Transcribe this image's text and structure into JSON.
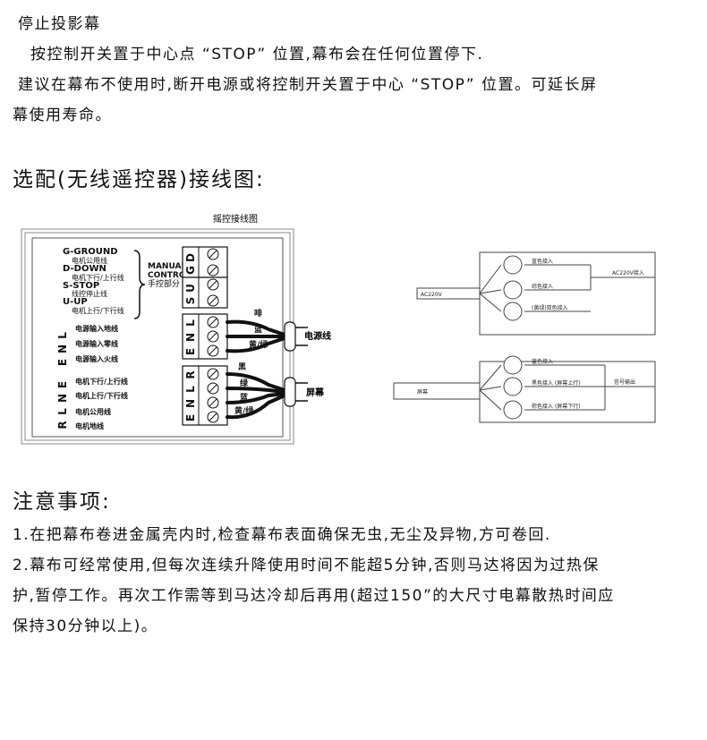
{
  "stop": {
    "title": "停止投影幕",
    "line1": "按控制开关置于中心点 “STOP” 位置,幕布会在任何位置停下.",
    "line2": "建议在幕布不使用时,断开电源或将控制开关置于中心 “STOP” 位置。可延长屏",
    "line3": "幕使用寿命。"
  },
  "wiring": {
    "heading": "选配(无线遥控器)接线图:",
    "diagram_title": "摇控接线图",
    "left_labels": {
      "g_ground": "G-GROUND",
      "g_desc": "电机公用线",
      "d_down": "D-DOWN",
      "d_desc": "电机下行/上行线",
      "s_stop": "S-STOP",
      "s_desc": "线控停止线",
      "u_up": "U-UP",
      "u_desc": "电机上行/下行线",
      "manual": "MANUAL",
      "control": "CONTROL",
      "manual_desc": "手控部分",
      "pl_desc": "电源输入地线",
      "pn_desc": "电源输入零线",
      "pe_desc": "电源输入火线",
      "ml_desc": "电机下行/上行线",
      "mr_desc": "电机上行/下行线",
      "mn_desc": "电机公用线",
      "me_desc": "电机地线"
    },
    "terminal_letters": {
      "block1": [
        "D",
        "G"
      ],
      "block2": [
        "U",
        "S"
      ],
      "block3": [
        "L",
        "N",
        "E"
      ],
      "block4": [
        "R",
        "L",
        "N",
        "E"
      ]
    },
    "side_letters": {
      "power": [
        "L",
        "N",
        "E"
      ],
      "motor": [
        "E",
        "N",
        "L",
        "R"
      ]
    },
    "wire_labels": {
      "power_a": "啡",
      "power_b": "蓝",
      "power_c": "黄/绿",
      "motor_a": "黑",
      "motor_b": "绿",
      "motor_c": "蓝",
      "motor_d": "黄/绿"
    },
    "cables": {
      "power": "电源线",
      "screen": "屏幕"
    },
    "schematic": {
      "ac_in": "AC220V",
      "ac_out": "AC220V接入",
      "p1": "蓝色接入",
      "p2": "综色接入",
      "p3": "(黄绿)双色接入",
      "screen_in": "屏幕",
      "signal_out": "信号输出",
      "s1": "蓝色接入",
      "s2": "黑色接入 (屏幕上行)",
      "s3": "棕色接入 (屏幕下行)"
    }
  },
  "notes": {
    "heading": "注意事项:",
    "line1": "1.在把幕布卷进金属壳内时,检查幕布表面确保无虫,无尘及异物,方可卷回.",
    "line2": "2.幕布可经常使用,但每次连续升降使用时间不能超5分钟,否则马达将因为过热保",
    "line3": "护,暂停工作。再次工作需等到马达冷却后再用(超过150”的大尺寸电幕散热时间应",
    "line4": "保持30分钟以上)。"
  },
  "colors": {
    "ink": "#111111",
    "line": "#333333",
    "frame": "#888888"
  }
}
